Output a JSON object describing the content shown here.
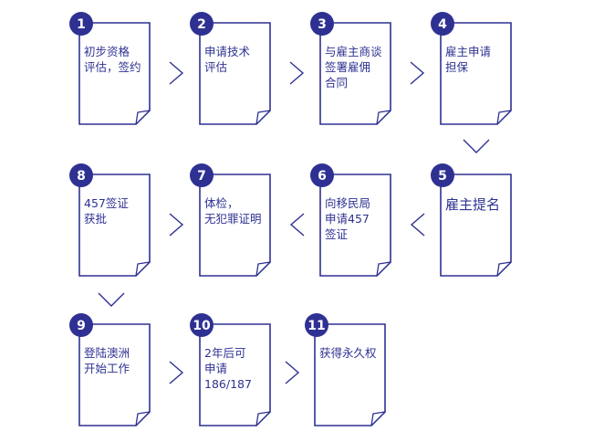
{
  "colors": {
    "accent": "#2e3192",
    "background": "#ffffff"
  },
  "steps": [
    {
      "number": "1",
      "lines": [
        "初步资格",
        "评估，签约"
      ]
    },
    {
      "number": "2",
      "lines": [
        "申请技术",
        "评估"
      ]
    },
    {
      "number": "3",
      "lines": [
        "与雇主商谈",
        "签署雇佣",
        "合同"
      ]
    },
    {
      "number": "4",
      "lines": [
        "雇主申请",
        "担保"
      ]
    },
    {
      "number": "5",
      "lines": [
        "雇主提名"
      ]
    },
    {
      "number": "6",
      "lines": [
        "向移民局",
        "申请457",
        "签证"
      ]
    },
    {
      "number": "7",
      "lines": [
        "体检，",
        "无犯罪证明"
      ]
    },
    {
      "number": "8",
      "lines": [
        "457签证",
        "获批"
      ]
    },
    {
      "number": "9",
      "lines": [
        "登陆澳洲",
        "开始工作"
      ]
    },
    {
      "number": "10",
      "lines": [
        "2年后可",
        "申请",
        "186/187"
      ]
    },
    {
      "number": "11",
      "lines": [
        "获得永久权"
      ]
    }
  ],
  "connectors": [
    {
      "name": "arrow-1-2",
      "dir": "right"
    },
    {
      "name": "arrow-2-3",
      "dir": "right"
    },
    {
      "name": "arrow-3-4",
      "dir": "right"
    },
    {
      "name": "arrow-4-5",
      "dir": "down"
    },
    {
      "name": "arrow-5-6",
      "dir": "left"
    },
    {
      "name": "arrow-6-7",
      "dir": "left"
    },
    {
      "name": "arrow-7-8",
      "dir": "right"
    },
    {
      "name": "arrow-8-9",
      "dir": "down"
    },
    {
      "name": "arrow-9-10",
      "dir": "right"
    },
    {
      "name": "arrow-10-11",
      "dir": "right"
    }
  ]
}
